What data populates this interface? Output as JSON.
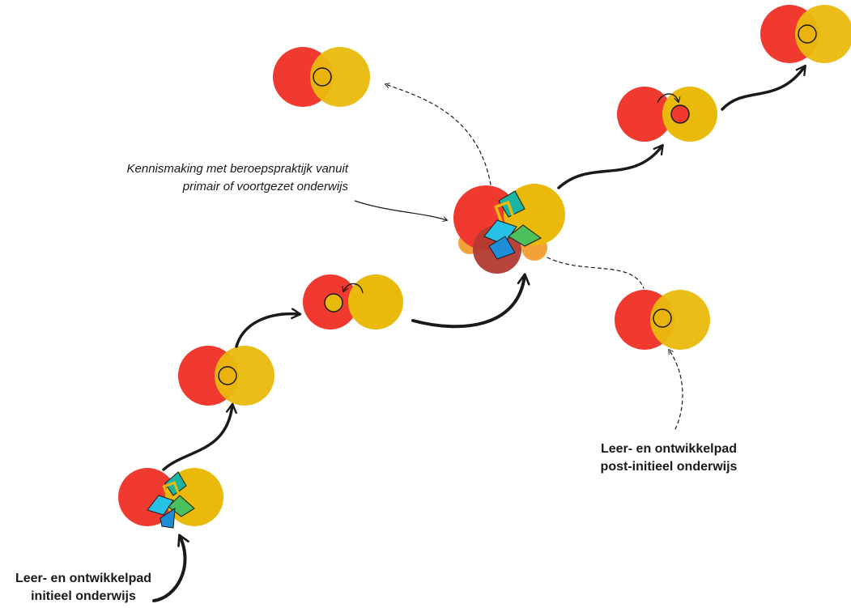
{
  "colors": {
    "red": "#f0392f",
    "yellow": "#e9b90c",
    "orange": "#f3a23a",
    "dark_red": "#b23a33",
    "teal": "#1cb5a3",
    "blue": "#1e8fd6",
    "green": "#4cc05a",
    "cyan": "#27c1e6",
    "ink": "#1a1a1a"
  },
  "labels": {
    "kennismaking": {
      "line1": "Kennismaking met beroepspraktijk vanuit",
      "line2": "primair of voortgezet onderwijs"
    },
    "initieel": {
      "line1": "Leer- en ontwikkelpad",
      "line2": "initieel onderwijs"
    },
    "post_initieel": {
      "line1": "Leer- en ontwikkelpad",
      "line2": "post-initieel onderwijs"
    }
  },
  "icons": {
    "pair": "red-yellow-overlap-icon",
    "cluster": "learning-cluster-icon",
    "arrow": "arrow-icon"
  }
}
